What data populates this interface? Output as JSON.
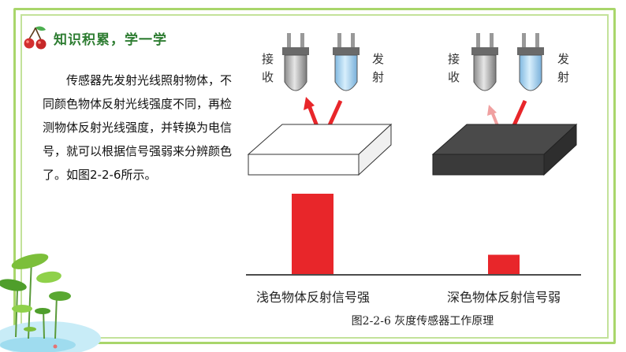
{
  "header": {
    "title": "知识积累，学一学",
    "logo": "cherry-icon"
  },
  "body_text": "传感器先发射光线照射物体，不同颜色物体反射光线强度不同，再检测物体反射光线强度，并转换为电信号，就可以根据信号强弱来分辨颜色了。如图2-2-6所示。",
  "figure": {
    "left": {
      "receive_top": "接",
      "receive_bottom": "收",
      "emit_top": "发",
      "emit_bottom": "射",
      "surface": "white",
      "caption": "浅色物体反射信号强",
      "signal": 1.0
    },
    "right": {
      "receive_top": "接",
      "receive_bottom": "收",
      "emit_top": "发",
      "emit_bottom": "射",
      "surface": "dark-gray",
      "caption": "深色物体反射信号弱",
      "signal": 0.24
    },
    "caption": "图2-2-6  灰度传感器工作原理"
  },
  "colors": {
    "frame": "#a9d66b",
    "title": "#2e7d32",
    "signal_bar": "#e8262a",
    "arrow_strong": "#e8262a",
    "arrow_weak": "#f0a0a0",
    "led_receive": "#b8b8b8",
    "led_emit": "#a8d4f0",
    "dark_surface": "#4a4a4a"
  },
  "decoration": {
    "bottom_left": "lotus-pond-illustration"
  }
}
